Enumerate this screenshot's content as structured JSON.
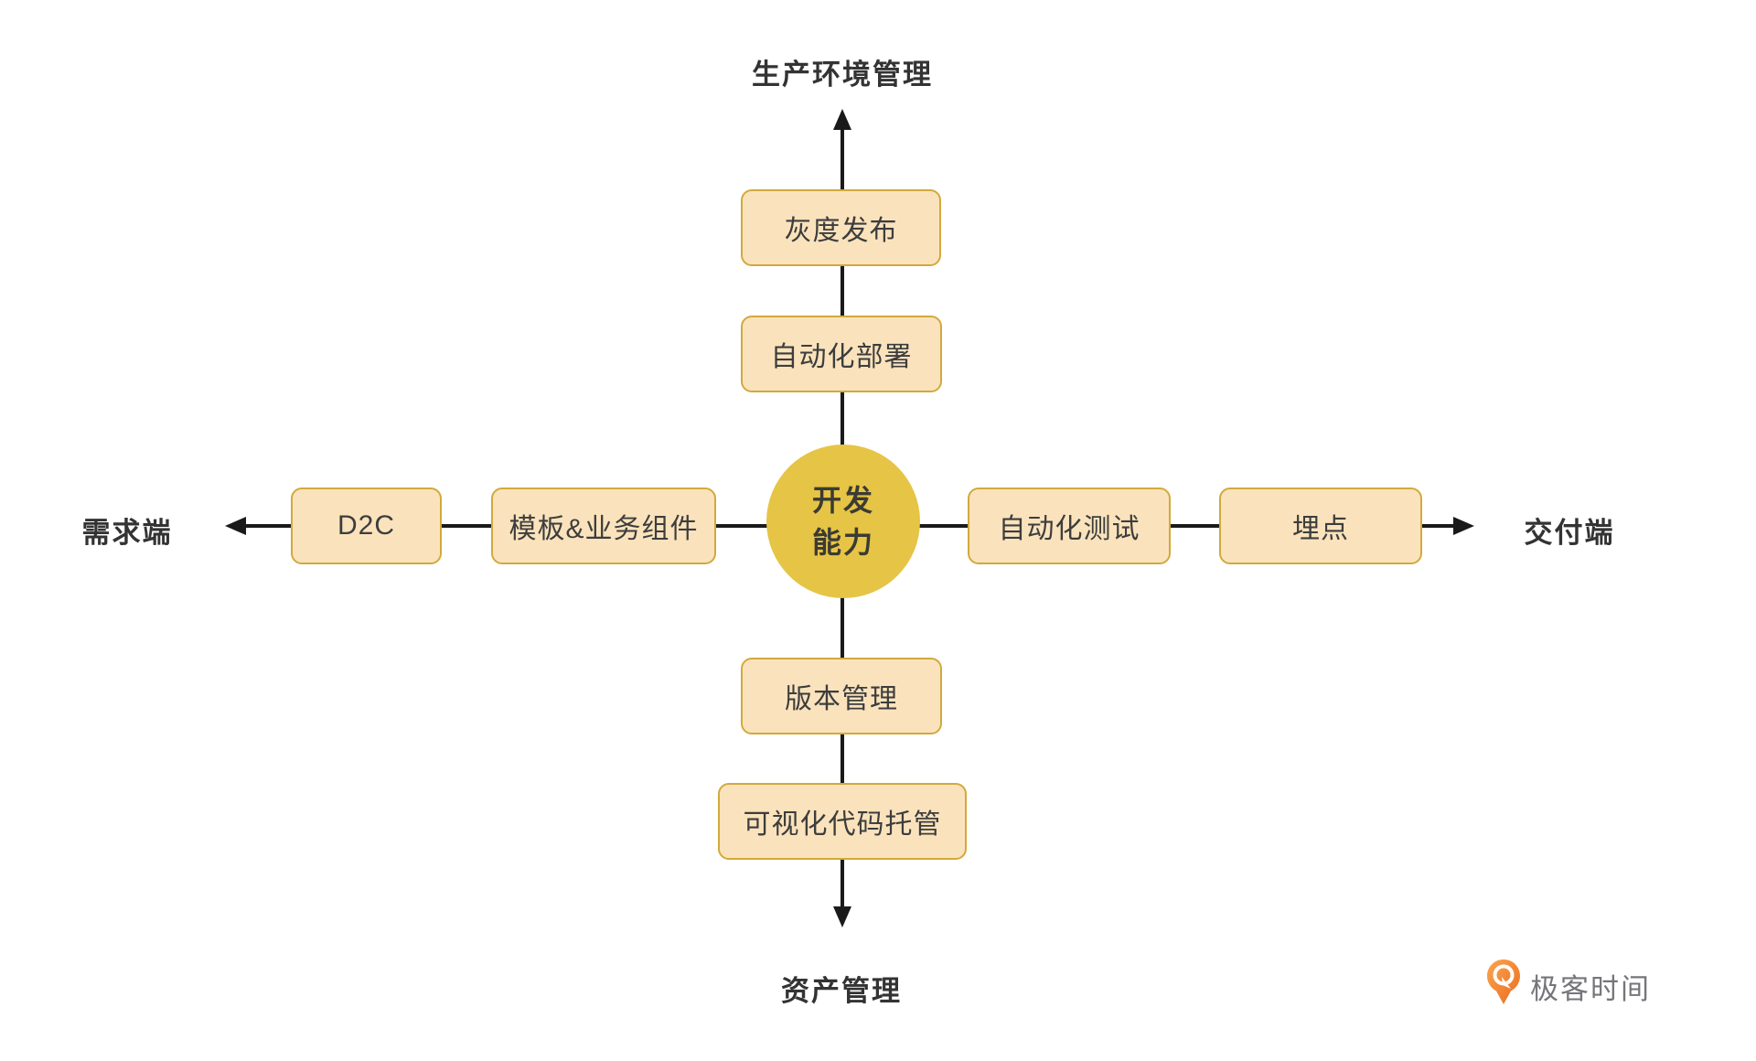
{
  "diagram": {
    "center": {
      "label": "开发\n能力",
      "line1": "开发",
      "line2": "能力"
    },
    "axes": {
      "top": {
        "label": "生产环境管理",
        "nodes": [
          "灰度发布",
          "自动化部署"
        ]
      },
      "left": {
        "label": "需求端",
        "nodes": [
          "D2C",
          "模板&业务组件"
        ]
      },
      "right": {
        "label": "交付端",
        "nodes": [
          "自动化测试",
          "埋点"
        ]
      },
      "bottom": {
        "label": "资产管理",
        "nodes": [
          "版本管理",
          "可视化代码托管"
        ]
      }
    },
    "colors": {
      "node_fill": "#fae3bc",
      "node_border": "#d2a93c",
      "center_fill": "#e6c445",
      "line": "#1a1a1a",
      "node_text": "#3d3d3d",
      "label_text": "#333333",
      "logo_orange": "#ee7a2a",
      "logo_gray": "#75757a"
    }
  },
  "branding": {
    "logo_text": "极客时间",
    "logo_icon": "geektime-pin-icon"
  }
}
